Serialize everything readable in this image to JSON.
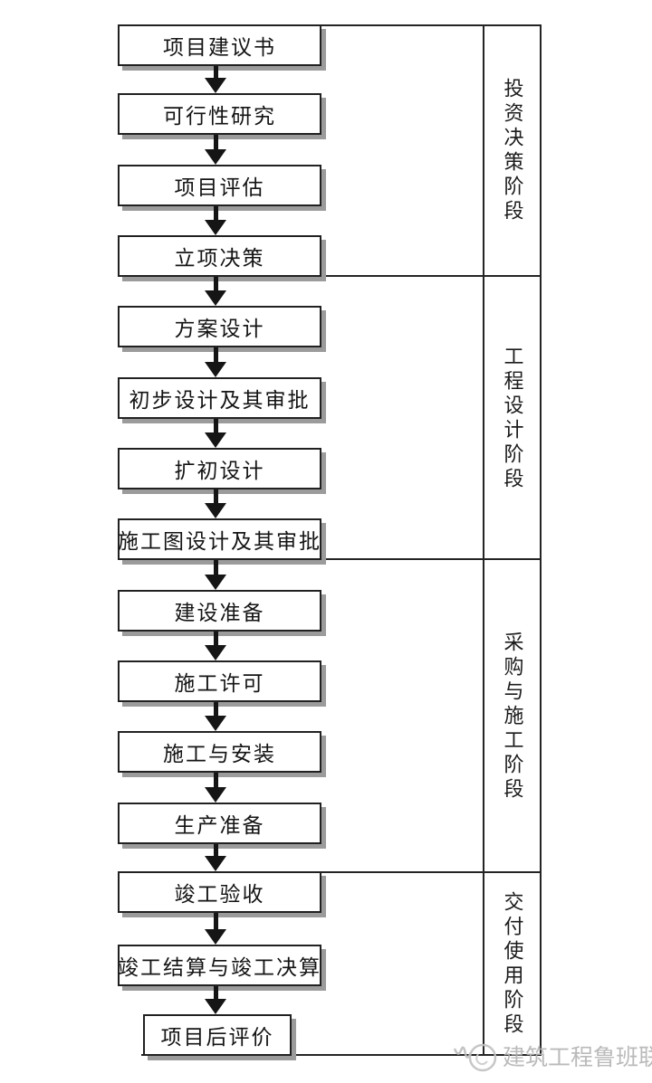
{
  "diagram": {
    "kind": "project-lifecycle-flowchart",
    "nodes": [
      {
        "label": "项目建议书"
      },
      {
        "label": "可行性研究"
      },
      {
        "label": "项目评估"
      },
      {
        "label": "立项决策"
      },
      {
        "label": "方案设计"
      },
      {
        "label": "初步设计及其审批"
      },
      {
        "label": "扩初设计"
      },
      {
        "label": "施工图设计及其审批"
      },
      {
        "label": "建设准备"
      },
      {
        "label": "施工许可"
      },
      {
        "label": "施工与安装"
      },
      {
        "label": "生产准备"
      },
      {
        "label": "竣工验收"
      },
      {
        "label": "竣工结算与竣工决算"
      },
      {
        "label": "项目后评价"
      }
    ],
    "phases": [
      {
        "label": "投资决策阶段"
      },
      {
        "label": "工程设计阶段"
      },
      {
        "label": "采购与施工阶段"
      },
      {
        "label": "交付使用阶段"
      }
    ]
  },
  "watermark": {
    "text": "建筑工程鲁班联盟"
  },
  "colors": {
    "background": "#ffffff",
    "line": "#242424",
    "box_border": "#212121",
    "box_shadow": "#9b9b9b",
    "text": "#141414",
    "watermark": "#b3b3b3"
  }
}
